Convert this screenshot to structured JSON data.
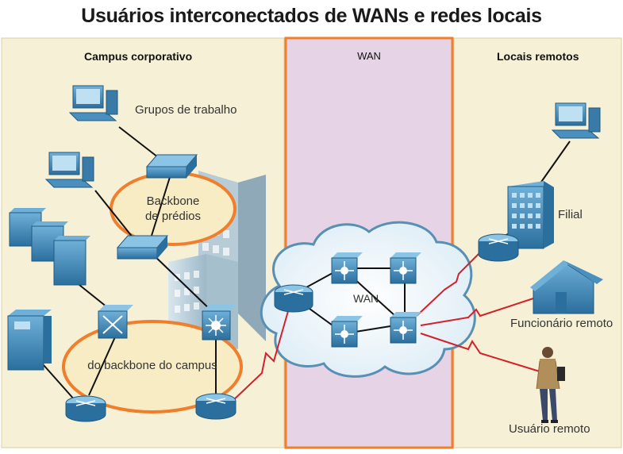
{
  "title": "Usuários interconectados de WANs e redes locais",
  "sections": {
    "campus": "Campus corporativo",
    "wan": "WAN",
    "remote": "Locais remotos"
  },
  "labels": {
    "workgroups": "Grupos de trabalho",
    "building_backbone_line1": "Backbone",
    "building_backbone_line2": "de prédios",
    "campus_backbone": "do backbone do campus",
    "wan_cloud": "WAN",
    "branch": "Filial",
    "teleworker": "Funcionário remoto",
    "mobile_user": "Usuário remoto"
  },
  "colors": {
    "campus_bg": "#f6f1d6",
    "wan_bg": "#e6d4e6",
    "border_orange": "#ef7f2c",
    "device_blue": "#3f86b8",
    "wan_link_red": "#d4202c"
  }
}
